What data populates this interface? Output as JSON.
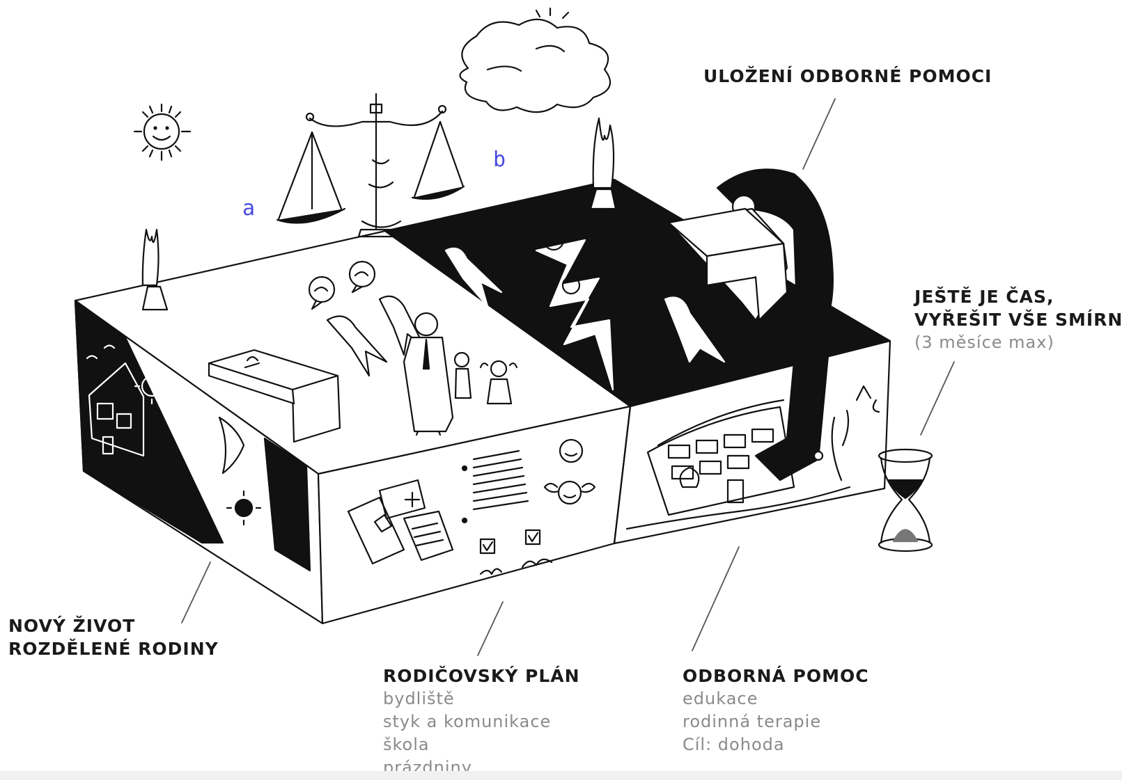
{
  "labels": {
    "top_right": "ULOŽENÍ ODBORNÉ POMOCI",
    "time": {
      "line1": "JEŠTĚ JE ČAS,",
      "line2": "VYŘEŠIT VŠE SMÍRNĚ",
      "note": "(3 měsíce max)"
    },
    "new_life": {
      "line1": "NOVÝ ŽIVOT",
      "line2": "ROZDĚLENÉ RODINY"
    },
    "parent_plan": {
      "title": "RODIČOVSKÝ PLÁN",
      "items": [
        "bydliště",
        "styk a komunikace",
        "škola",
        "prázdniny..."
      ]
    },
    "expert_help": {
      "title": "ODBORNÁ POMOC",
      "items": [
        "edukace",
        "rodinná terapie",
        "Cíl: dohoda"
      ]
    },
    "option_a": "a",
    "option_b": "b"
  },
  "colors": {
    "ink": "#111111",
    "label_gray": "#8a8a8a",
    "accent_blue": "#4a4ae0",
    "paper": "#ffffff"
  },
  "icons": [
    "sun-icon",
    "cloud-icon",
    "scales-icon",
    "flame-icon",
    "hourglass-icon",
    "lightning-icon",
    "judge-icon",
    "house-icon",
    "document-icon"
  ]
}
